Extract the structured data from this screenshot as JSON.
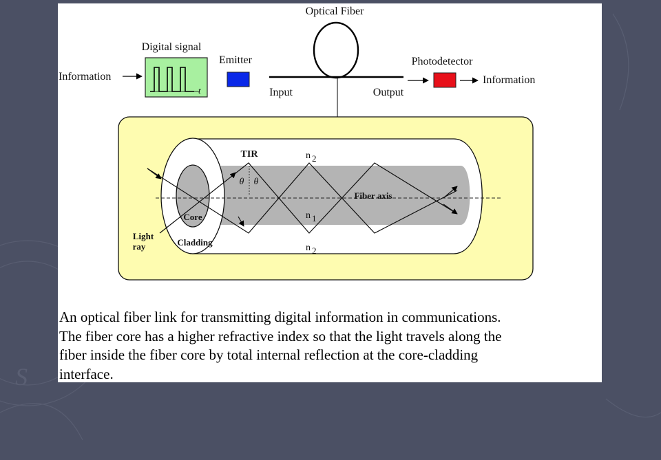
{
  "colors": {
    "background": "#4b5064",
    "panel": "#ffffff",
    "signal_box": "#a8f0a0",
    "emitter": "#0a28e8",
    "photodetector": "#e8101a",
    "cable_jacket": "#fefcb0",
    "core": "#b4b4b4"
  },
  "link": {
    "title": "Optical Fiber",
    "info_in": "Information",
    "signal_label": "Digital signal",
    "time_label": "t",
    "emitter_label": "Emitter",
    "input_label": "Input",
    "output_label": "Output",
    "detector_label": "Photodetector",
    "info_out": "Information"
  },
  "fiber": {
    "tir_label": "TIR",
    "theta_left": "θ",
    "theta_right": "θ",
    "n_outer_top": "n",
    "n_outer_top_sub": "2",
    "n_core": "n",
    "n_core_sub": "1",
    "n_outer_bottom": "n",
    "n_outer_bottom_sub": "2",
    "axis_label": "Fiber axis",
    "core_label": "Core",
    "cladding_label": "Cladding",
    "light_label_1": "Light",
    "light_label_2": "ray"
  },
  "caption": "An optical fiber link for transmitting digital information in communications.\nThe fiber core has a higher refractive index so that the light travels along the\nfiber inside the  fiber core by total internal reflection at the core-cladding\ninterface."
}
